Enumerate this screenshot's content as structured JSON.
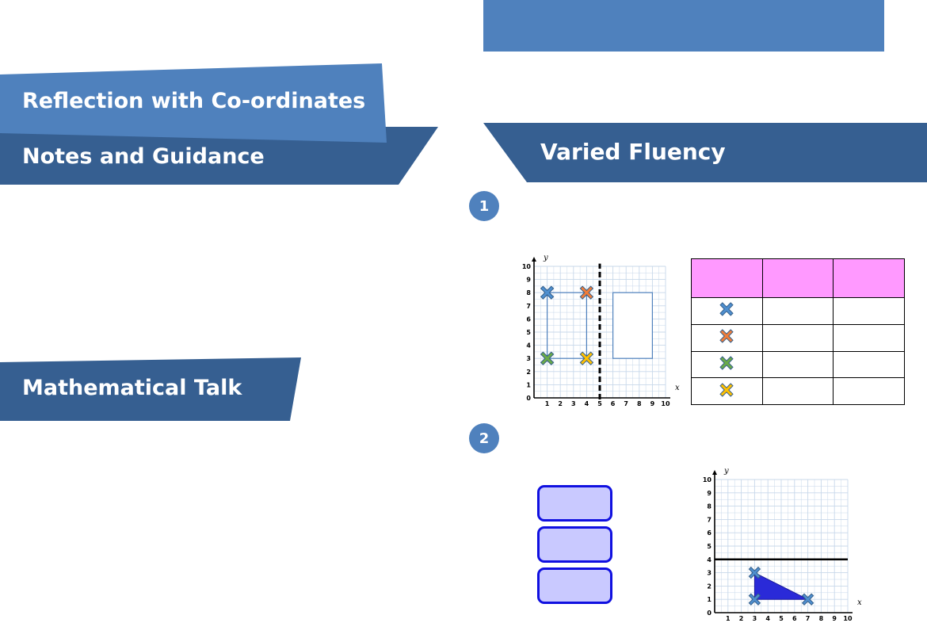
{
  "header": {
    "title": "Reflection with Co-ordinates"
  },
  "left": {
    "notes_heading": "Notes and Guidance",
    "talk_heading": "Mathematical Talk"
  },
  "right": {
    "fluency_heading": "Varied Fluency",
    "question_numbers": [
      "1",
      "2"
    ]
  },
  "colors": {
    "banner_light": "#4f81bd",
    "banner_dark": "#365f91",
    "table_header": "#ff99ff",
    "cross_blue": "#4f8fcf",
    "cross_orange": "#ef7d3a",
    "cross_green": "#6aaa48",
    "cross_yellow": "#ffc000",
    "triangle_fill": "#2a2ad8",
    "answer_box_fill": "#c9c9ff"
  },
  "graph1": {
    "x_axis_label": "x",
    "y_axis_label": "y",
    "x_ticks": [
      "1",
      "2",
      "3",
      "4",
      "5",
      "6",
      "7",
      "8",
      "9",
      "10"
    ],
    "y_ticks": [
      "1",
      "2",
      "3",
      "4",
      "5",
      "6",
      "7",
      "8",
      "9",
      "10"
    ],
    "origin_label": "0",
    "mirror_line_x": 5,
    "original_rectangle": {
      "x1": 1,
      "y1": 3,
      "x2": 4,
      "y2": 8
    },
    "reflected_rectangle": {
      "x1": 6,
      "y1": 3,
      "x2": 9,
      "y2": 8
    },
    "crosses": [
      {
        "x": 1,
        "y": 8,
        "color": "cross_blue"
      },
      {
        "x": 4,
        "y": 8,
        "color": "cross_orange"
      },
      {
        "x": 1,
        "y": 3,
        "color": "cross_green"
      },
      {
        "x": 4,
        "y": 3,
        "color": "cross_yellow"
      }
    ]
  },
  "table": {
    "rows": [
      {
        "icon": "blue-cross-icon",
        "color": "cross_blue"
      },
      {
        "icon": "orange-cross-icon",
        "color": "cross_orange"
      },
      {
        "icon": "green-cross-icon",
        "color": "cross_green"
      },
      {
        "icon": "yellow-cross-icon",
        "color": "cross_yellow"
      }
    ]
  },
  "graph2": {
    "x_axis_label": "x",
    "y_axis_label": "y",
    "x_ticks": [
      "1",
      "2",
      "3",
      "4",
      "5",
      "6",
      "7",
      "8",
      "9",
      "10"
    ],
    "y_ticks": [
      "1",
      "2",
      "3",
      "4",
      "5",
      "6",
      "7",
      "8",
      "9",
      "10"
    ],
    "origin_label": "0",
    "mirror_line_y": 4,
    "triangle": [
      [
        3,
        3
      ],
      [
        3,
        1
      ],
      [
        7,
        1
      ]
    ],
    "crosses": [
      {
        "x": 3,
        "y": 3,
        "color": "cross_blue"
      },
      {
        "x": 3,
        "y": 1,
        "color": "cross_blue"
      },
      {
        "x": 7,
        "y": 1,
        "color": "cross_blue"
      }
    ]
  }
}
